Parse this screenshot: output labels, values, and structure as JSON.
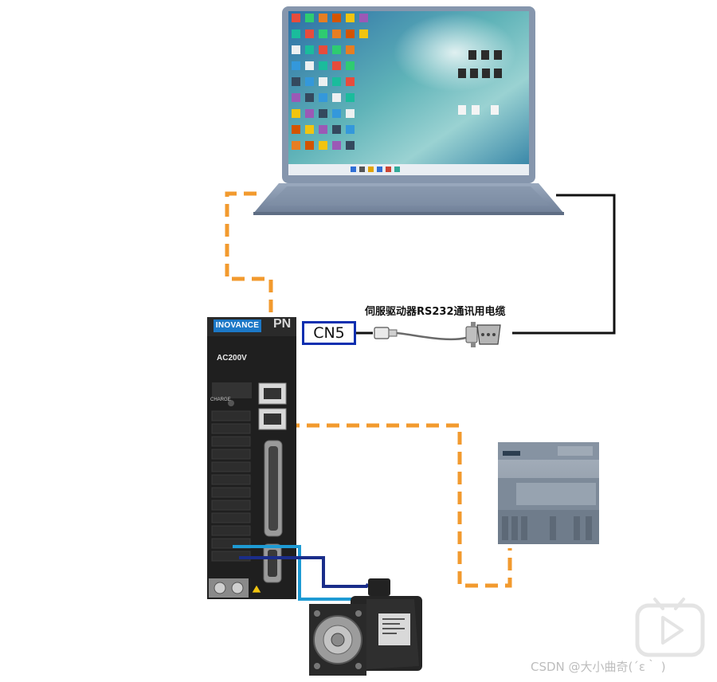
{
  "diagram": {
    "cable_label": "伺服驱动器RS232通讯用电缆",
    "port_label": "CN5",
    "servo_drive": {
      "brand": "INOVANCE",
      "model": "AC200V",
      "charge_label": "CHARGE",
      "pn_fragment": "PN"
    },
    "watermark": "CSDN @大小曲奇(´ε｀ )"
  },
  "colors": {
    "ethernet_dashed": "#f29a2e",
    "serial_cable": "#0d2fb0",
    "laptop_body": "#8496ae",
    "servo_drive_body": "#202020",
    "plc_body": "#8e9aa8",
    "encoder_line": "#1a2d8a",
    "power_line": "#1e9bd4",
    "badge_blue": "#1c78c7"
  },
  "icons": [
    "laptop-icon",
    "servo-drive-icon",
    "plc-icon",
    "servo-motor-icon",
    "rs232-cable-icon",
    "video-play-icon"
  ]
}
